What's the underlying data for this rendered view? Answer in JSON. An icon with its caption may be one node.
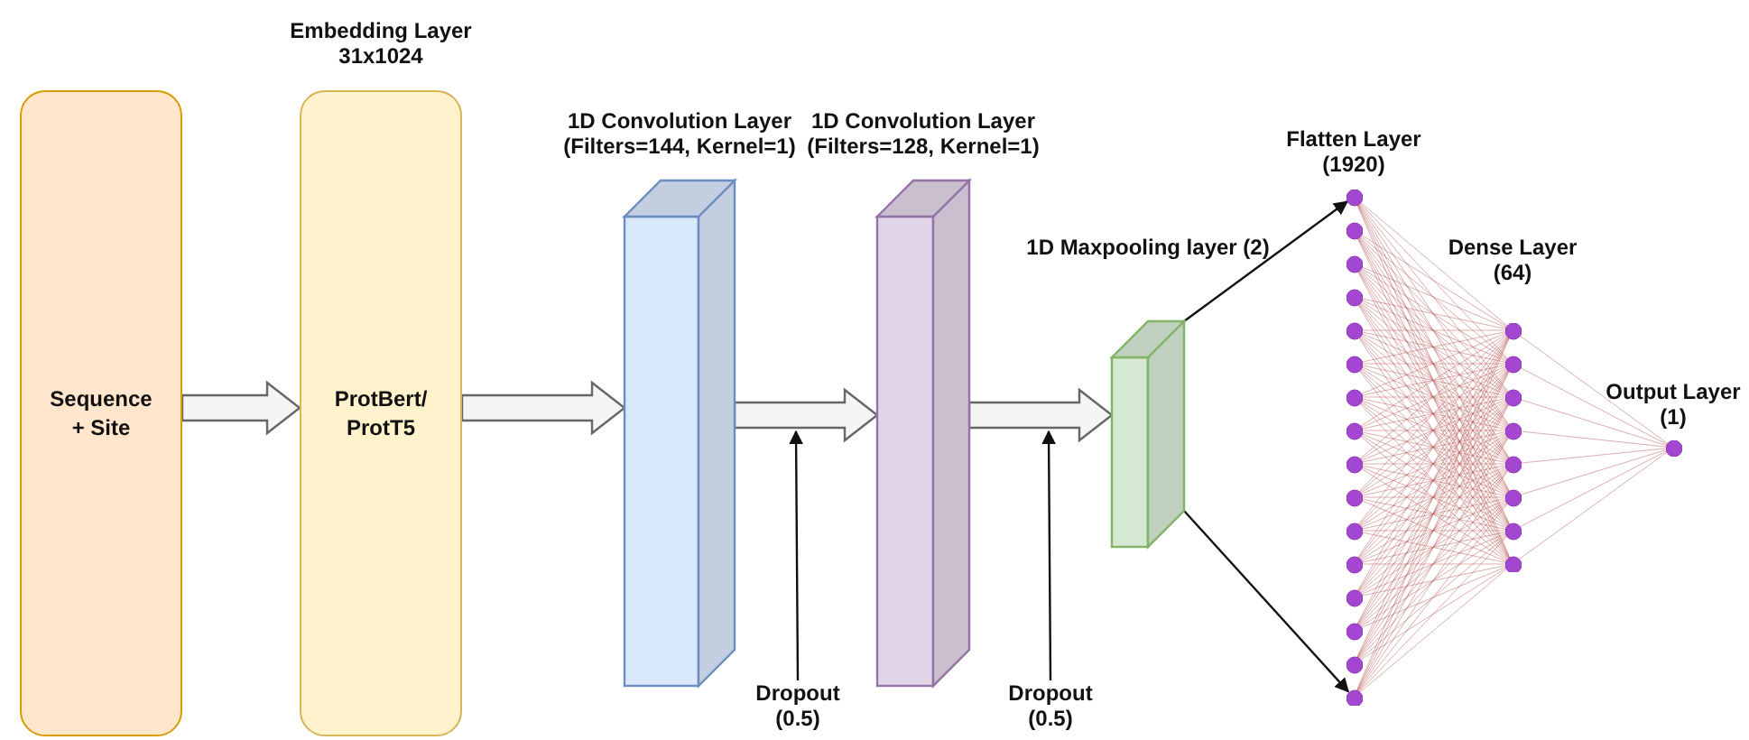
{
  "diagram": {
    "nodes": [
      {
        "text": [
          "Sequence + Site"
        ]
      },
      {
        "text": [
          "Embedding Layer 31x1024",
          "ProtBert/ ProtT5"
        ]
      },
      {
        "text": [
          "1D Convolution Layer (Filters=144, Kernel=1)"
        ]
      },
      {
        "text": [
          "1D Convolution Layer (Filters=128, Kernel=1)"
        ]
      },
      {
        "text": [
          "1D Maxpooling layer (2)"
        ]
      },
      {
        "text": [
          "Flatten Layer (1920)"
        ]
      },
      {
        "text": [
          "Dense Layer (64)"
        ]
      },
      {
        "text": [
          "Output Layer (1)"
        ]
      },
      {
        "text": [
          "Dropout (0.5)"
        ]
      },
      {
        "text": [
          "Dropout (0.5)"
        ]
      }
    ],
    "edges": [
      {
        "from": 0,
        "to": 1,
        "arrow": "to"
      },
      {
        "from": 1,
        "to": 2,
        "arrow": "to"
      },
      {
        "from": 2,
        "to": 3,
        "arrow": "to"
      },
      {
        "from": 3,
        "to": 4,
        "arrow": "to"
      },
      {
        "from": 4,
        "to": 5,
        "arrow": "to"
      },
      {
        "from": 4,
        "to": 5,
        "arrow": "to"
      },
      {
        "from": 5,
        "to": 6,
        "arrow": "none",
        "color": "#b85450"
      },
      {
        "from": 6,
        "to": 7,
        "arrow": "none",
        "color": "#b85450"
      },
      {
        "from": 8,
        "to": null,
        "arrow": "to"
      },
      {
        "from": 9,
        "to": null,
        "arrow": "to"
      }
    ]
  }
}
